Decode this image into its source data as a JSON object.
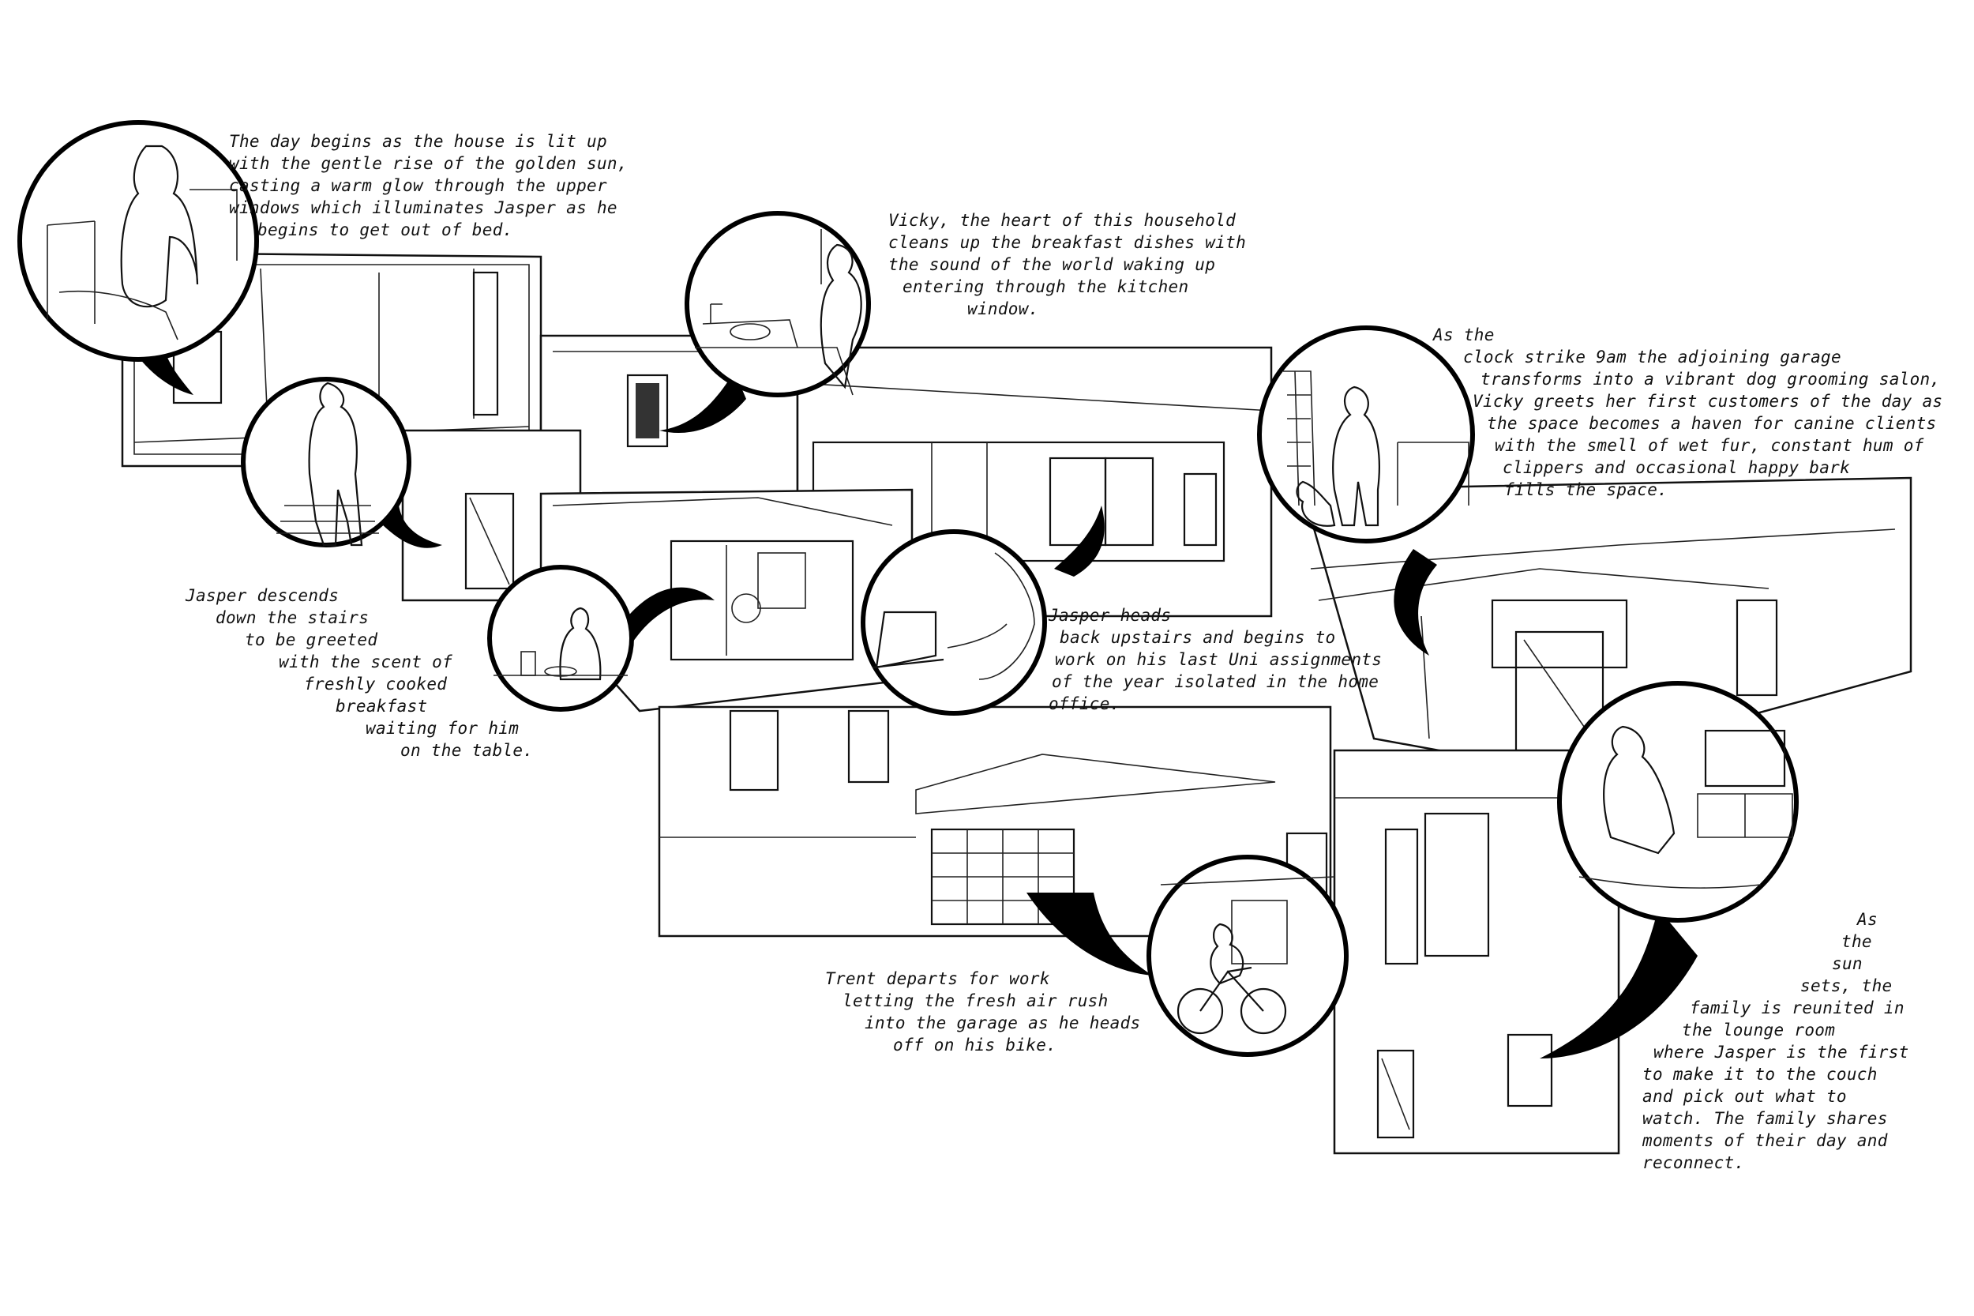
{
  "captions": {
    "wake": [
      "The day begins as the house is lit up",
      "with the gentle rise of the golden sun,",
      "casting a warm glow through the upper",
      "windows which illuminates Jasper as he",
      "begins to get out of bed."
    ],
    "vicky_kitchen": [
      "Vicky, the heart of this household",
      "cleans up the breakfast dishes with",
      "the sound of the world waking up",
      "entering through the kitchen",
      "window."
    ],
    "salon": [
      "As the",
      "clock strike 9am the adjoining garage",
      "transforms into a vibrant dog grooming salon,",
      "Vicky greets her first customers of the day as",
      "the space becomes a haven for canine clients",
      "with the smell of wet fur, constant hum of",
      "clippers and occasional happy bark",
      "fills the space."
    ],
    "stairs": [
      "Jasper descends",
      "down the stairs",
      "to be greeted",
      "with the scent of",
      "freshly cooked",
      "breakfast",
      "waiting for him",
      "on the table."
    ],
    "study": [
      "Jasper heads",
      "back upstairs and begins to",
      "work on his last Uni assignments",
      "of the year isolated in the home",
      "office."
    ],
    "trent": [
      "Trent departs for work",
      "letting the fresh air rush",
      "into the garage as he heads",
      "off on his bike."
    ],
    "evening": [
      "As",
      "the",
      "sun",
      "sets, the",
      "family is reunited in",
      "the lounge room",
      "where Jasper is the first",
      "to make it to the couch",
      "and pick out what to",
      "watch. The family shares",
      "moments of their day and",
      "reconnect."
    ]
  }
}
